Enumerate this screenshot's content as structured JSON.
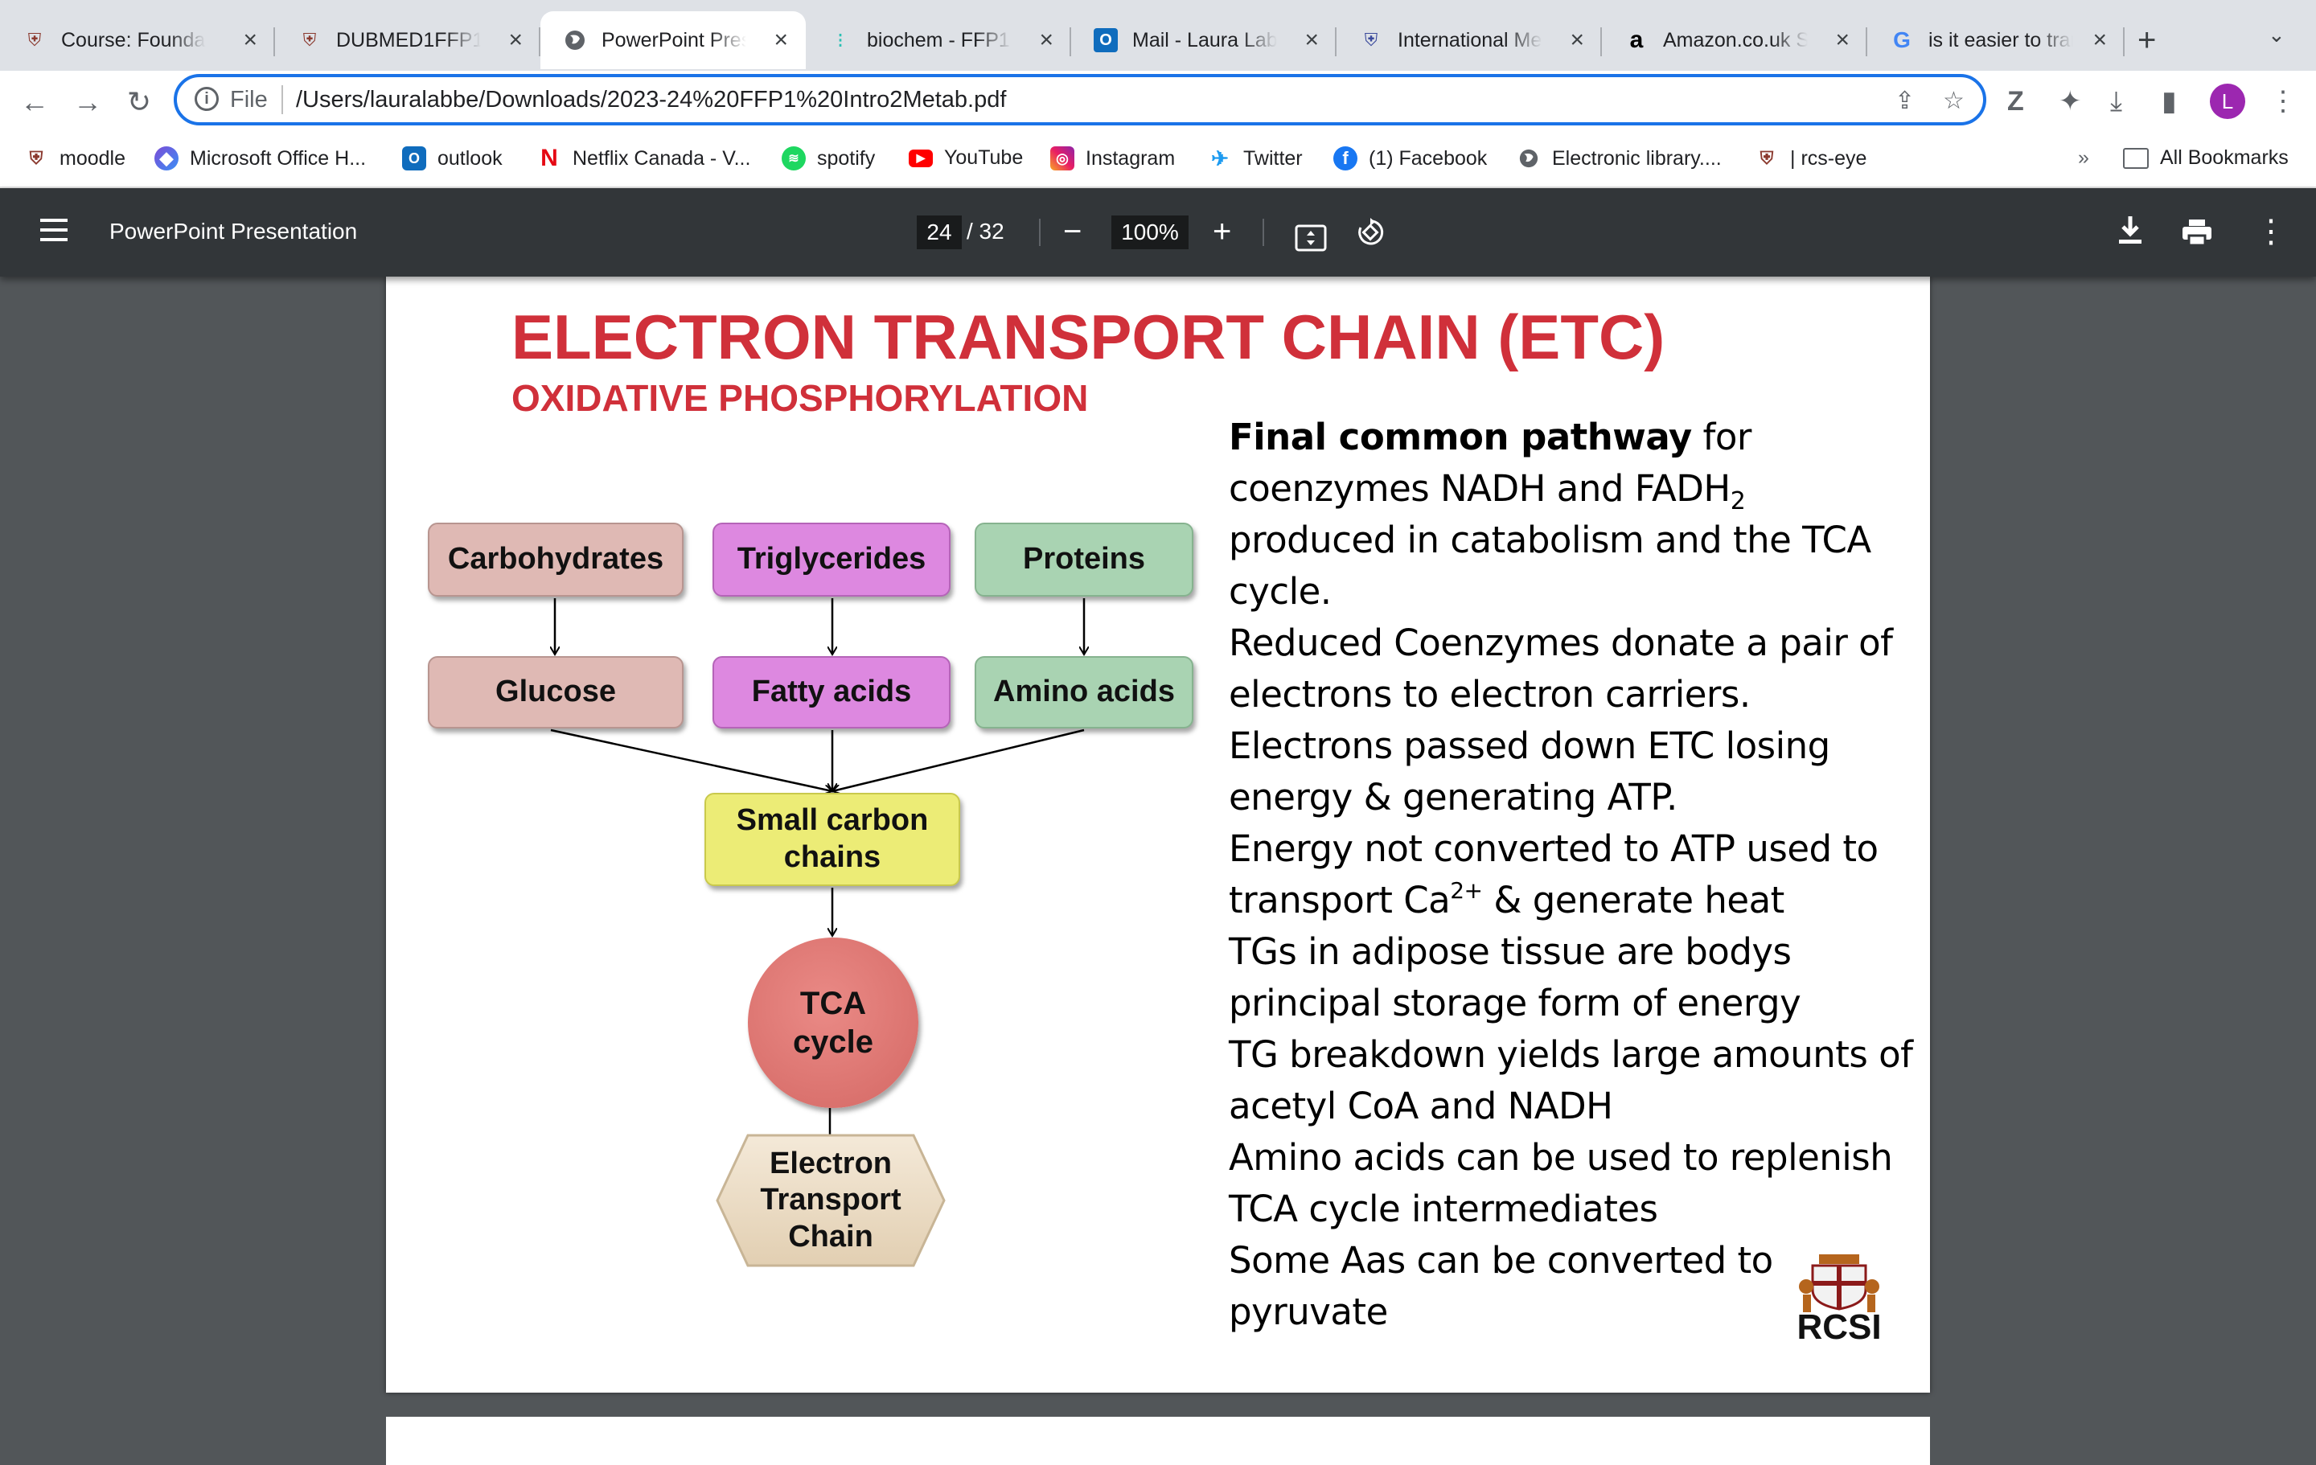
{
  "tabs": [
    {
      "label": "Course: Foundati",
      "favicon": "rcsi-crest-icon"
    },
    {
      "label": "DUBMED1FFP1: E",
      "favicon": "rcsi-crest-icon"
    },
    {
      "label": "PowerPoint Prese",
      "favicon": "globe-icon"
    },
    {
      "label": "biochem - FFP1 -",
      "favicon": "quizlet-icon"
    },
    {
      "label": "Mail - Laura Labb",
      "favicon": "outlook-icon"
    },
    {
      "label": "International Me",
      "favicon": "rcsi-crest-icon"
    },
    {
      "label": "Amazon.co.uk Sh",
      "favicon": "amazon-icon"
    },
    {
      "label": "is it easier to tran",
      "favicon": "google-icon"
    }
  ],
  "address": {
    "scheme": "File",
    "url": "/Users/lauralabbe/Downloads/2023-24%20FFP1%20Intro2Metab.pdf"
  },
  "profile_initial": "L",
  "bookmarks": [
    {
      "label": "moodle"
    },
    {
      "label": "Microsoft Office H..."
    },
    {
      "label": "outlook"
    },
    {
      "label": "Netflix Canada - V..."
    },
    {
      "label": "spotify"
    },
    {
      "label": "YouTube"
    },
    {
      "label": "Instagram"
    },
    {
      "label": "Twitter"
    },
    {
      "label": "(1) Facebook"
    },
    {
      "label": "Electronic library...."
    },
    {
      "label": "| rcs-eye"
    }
  ],
  "bookmarks_overflow": "»",
  "all_bookmarks": "All Bookmarks",
  "pdf": {
    "title": "PowerPoint Presentation",
    "page": "24",
    "page_total": "/ 32",
    "zoom": "100%"
  },
  "slide": {
    "title": "ELECTRON TRANSPORT CHAIN (ETC)",
    "subtitle": "OXIDATIVE PHOSPHORYLATION",
    "diagram": {
      "sources": [
        "Carbohydrates",
        "Triglycerides",
        "Proteins"
      ],
      "products": [
        "Glucose",
        "Fatty acids",
        "Amino acids"
      ],
      "merge": "Small carbon chains",
      "cycle": "TCA cycle",
      "final": "Electron Transport Chain"
    },
    "body": {
      "p1_bold": "Final common pathway",
      "p1_a": " for coenzymes NADH and FADH",
      "p1_sub": "2",
      "p1_b": " produced in catabolism and the TCA cycle.",
      "p2": "Reduced Coenzymes donate a pair of electrons to electron carriers.",
      "p3": "Electrons passed down ETC losing energy & generating ATP.",
      "p4_a": "Energy not converted to ATP used to transport Ca",
      "p4_sup": "2+",
      "p4_b": " & generate heat",
      "p5": "TGs in adipose tissue are bodys principal storage form of energy",
      "p6": "TG breakdown yields large amounts of acetyl CoA and NADH",
      "p7": "Amino acids can be used to replenish TCA cycle intermediates",
      "p8": "Some Aas can be converted to pyruvate"
    },
    "logo_text": "RCSI"
  }
}
